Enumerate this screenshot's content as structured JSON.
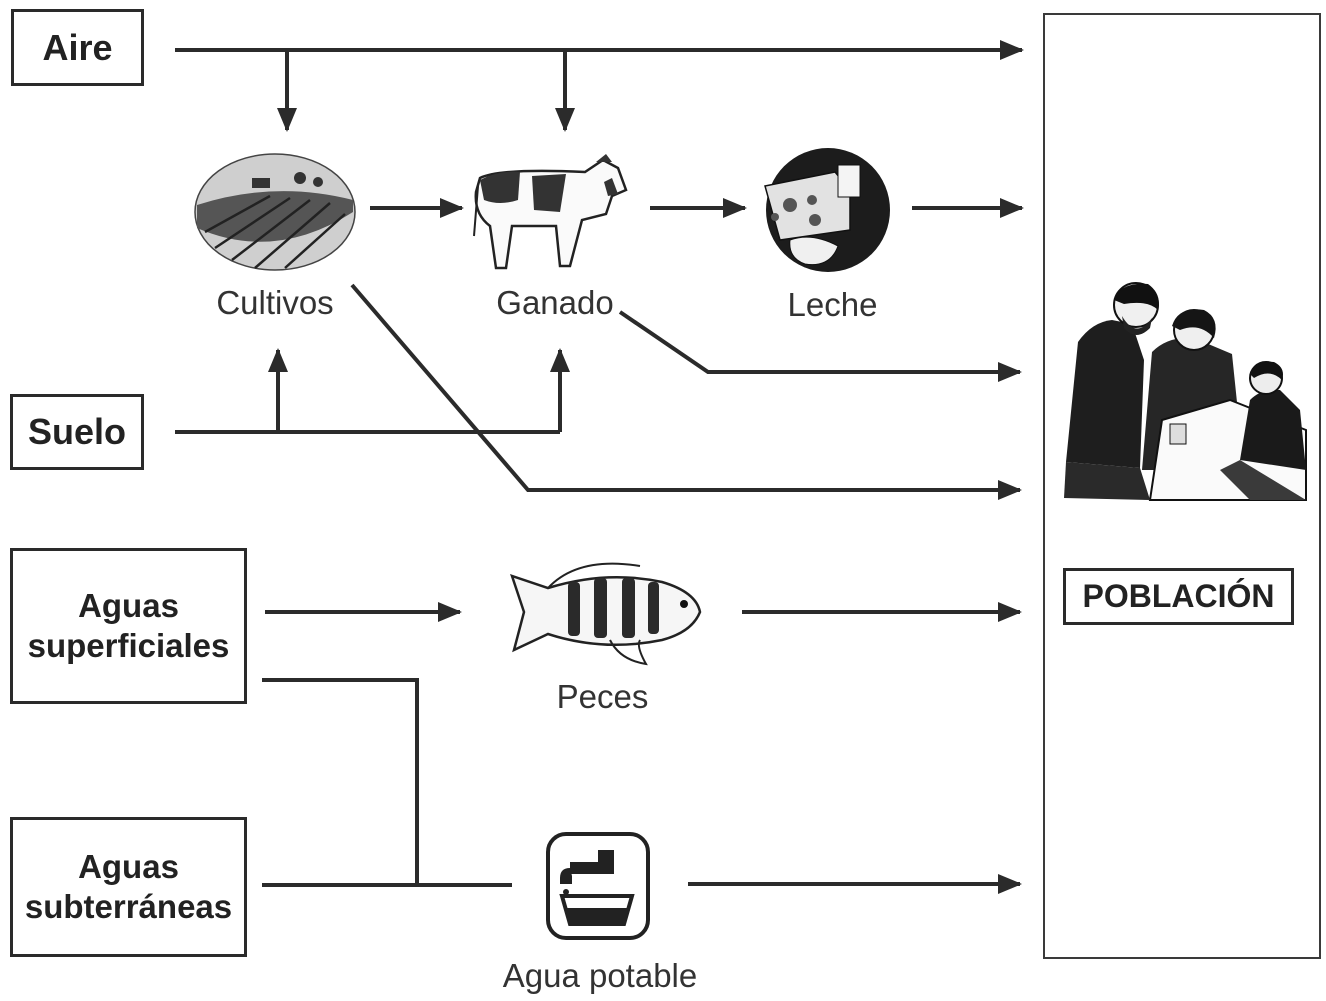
{
  "sources": {
    "air": "Aire",
    "soil": "Suelo",
    "surface_water_1": "Aguas",
    "surface_water_2": "superficiales",
    "groundwater_1": "Aguas",
    "groundwater_2": "subterráneas"
  },
  "pathways": {
    "crops": "Cultivos",
    "livestock": "Ganado",
    "milk": "Leche",
    "fish": "Peces",
    "drinking_water": "Agua potable"
  },
  "receptor": {
    "population": "POBLACIÓN"
  },
  "icons": [
    "crop-field-icon",
    "cow-icon",
    "cheese-milk-icon",
    "fish-icon",
    "water-tap-icon",
    "family-people-icon"
  ]
}
